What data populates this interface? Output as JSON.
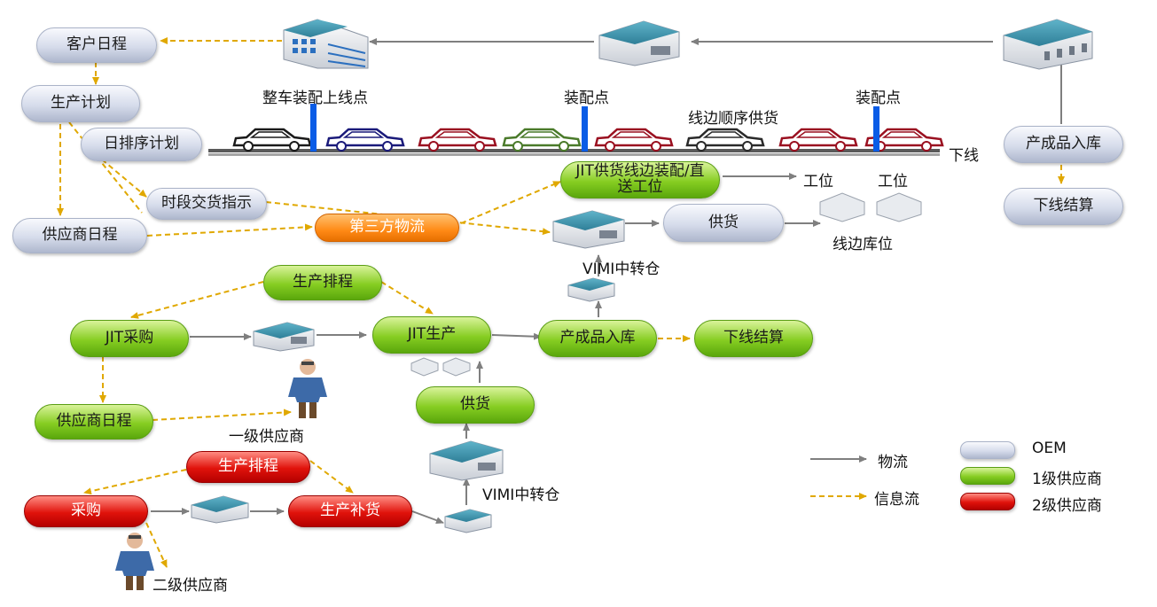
{
  "nodes": {
    "customer_schedule": "客户日程",
    "production_plan": "生产计划",
    "daily_sequence_plan": "日排序计划",
    "time_slot_delivery": "时段交货指示",
    "supplier_schedule_oem": "供应商日程",
    "third_party_logistics": "第三方物流",
    "jit_lineside": "JIT供货线边装配/直送工位",
    "supply_oem": "供货",
    "finished_storage_oem": "产成品入库",
    "offline_settlement_oem": "下线结算",
    "production_schedule_t1": "生产排程",
    "jit_purchase": "JIT采购",
    "jit_production": "JIT生产",
    "finished_storage_t1": "产成品入库",
    "offline_settlement_t1": "下线结算",
    "supplier_schedule_t1": "供应商日程",
    "supply_t1": "供货",
    "production_schedule_t2": "生产排程",
    "purchase_t2": "采购",
    "production_replenish_t2": "生产补货"
  },
  "labels": {
    "final_assembly_point": "整车装配上线点",
    "assembly_point_1": "装配点",
    "assembly_point_2": "装配点",
    "lineside_sequence": "线边顺序供货",
    "offline": "下线",
    "station_1": "工位",
    "station_2": "工位",
    "lineside_storage": "线边库位",
    "vmi_hub_1": "VIMI中转仓",
    "vmi_hub_2": "VIMI中转仓",
    "tier1_supplier": "一级供应商",
    "tier2_supplier": "二级供应商"
  },
  "legend": {
    "logistics": "物流",
    "info_flow": "信息流",
    "oem": "OEM",
    "tier1": "1级供应商",
    "tier2": "2级供应商"
  },
  "colors": {
    "oem": "#d6dceb",
    "tier1": "#86cd22",
    "tier2": "#e0120b",
    "third_party": "#ff8a16",
    "logistics_line": "#7f7f7f",
    "info_line": "#e0a800",
    "line_marker": "#0a5ce6"
  }
}
